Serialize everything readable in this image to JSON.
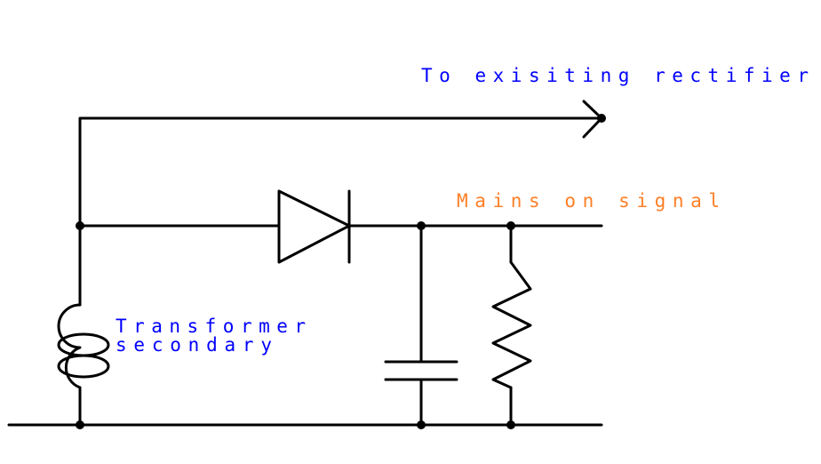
{
  "labels": {
    "to_rectifier": "To exisiting rectifier",
    "mains_signal": "Mains on signal",
    "transformer_line1": "Transformer",
    "transformer_line2": "secondary"
  },
  "colors": {
    "blue_label": "#0000ff",
    "orange_label": "#ff7f27",
    "wire": "#000000"
  },
  "components": [
    "diode",
    "capacitor",
    "resistor",
    "transformer-coil"
  ]
}
